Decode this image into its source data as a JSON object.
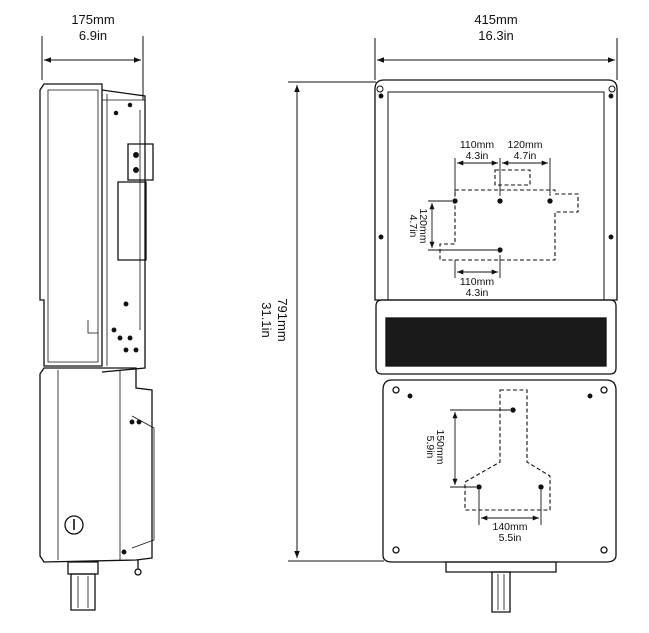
{
  "side_view": {
    "depth_mm": "175mm",
    "depth_in": "6.9in"
  },
  "front_view": {
    "width_mm": "415mm",
    "width_in": "16.3in",
    "height_mm": "791mm",
    "height_in": "31.1in"
  },
  "upper_bracket": {
    "spacing_left_mm": "110mm",
    "spacing_left_in": "4.3in",
    "spacing_right_mm": "120mm",
    "spacing_right_in": "4.7in",
    "vertical_mm": "120mm",
    "vertical_in": "4.7in",
    "bottom_mm": "110mm",
    "bottom_in": "4.3in"
  },
  "lower_bracket": {
    "vertical_mm": "150mm",
    "vertical_in": "5.9in",
    "bottom_mm": "140mm",
    "bottom_in": "5.5in"
  },
  "colors": {
    "line": "#111111",
    "display_panel": "#1a1a1a"
  }
}
